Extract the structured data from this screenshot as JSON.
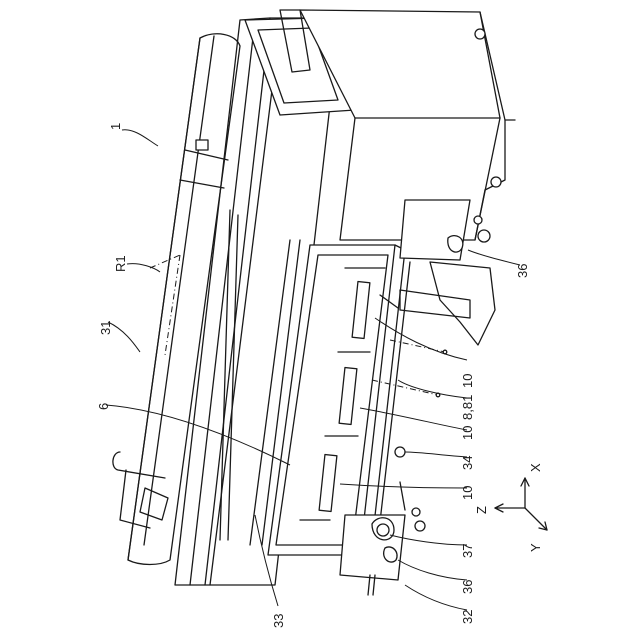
{
  "figure": {
    "labels": {
      "machine": "1",
      "sheet_region": "R1",
      "web": "31",
      "cover": "6",
      "frame_top": "10",
      "unit": "8,81",
      "frame_mid": "10",
      "rail": "34",
      "frame_bottom": "10",
      "roller": "33",
      "knob": "37",
      "clamp_upper": "36",
      "clamp_lower": "36",
      "bracket": "32"
    },
    "axes": {
      "x": "X",
      "y": "Y",
      "z": "Z"
    }
  }
}
